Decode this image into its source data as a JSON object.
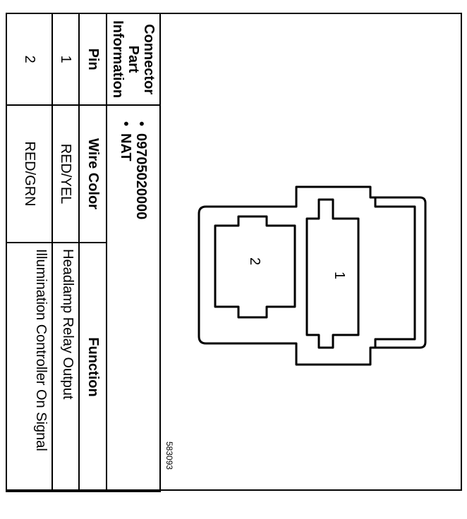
{
  "connector": {
    "part_info_header": "Connector Part Information",
    "part_numbers": [
      "09705020000",
      "NAT"
    ],
    "reference_id": "583093"
  },
  "table": {
    "headers": {
      "pin": "Pin",
      "wire_color": "Wire Color",
      "function": "Function"
    },
    "rows": [
      {
        "pin": "1",
        "wire_color": "RED/YEL",
        "function": "Headlamp Relay Output"
      },
      {
        "pin": "2",
        "wire_color": "RED/GRN",
        "function": "Illumination Controller On Signal"
      }
    ]
  },
  "diagram": {
    "cavity_labels": [
      "1",
      "2"
    ]
  }
}
